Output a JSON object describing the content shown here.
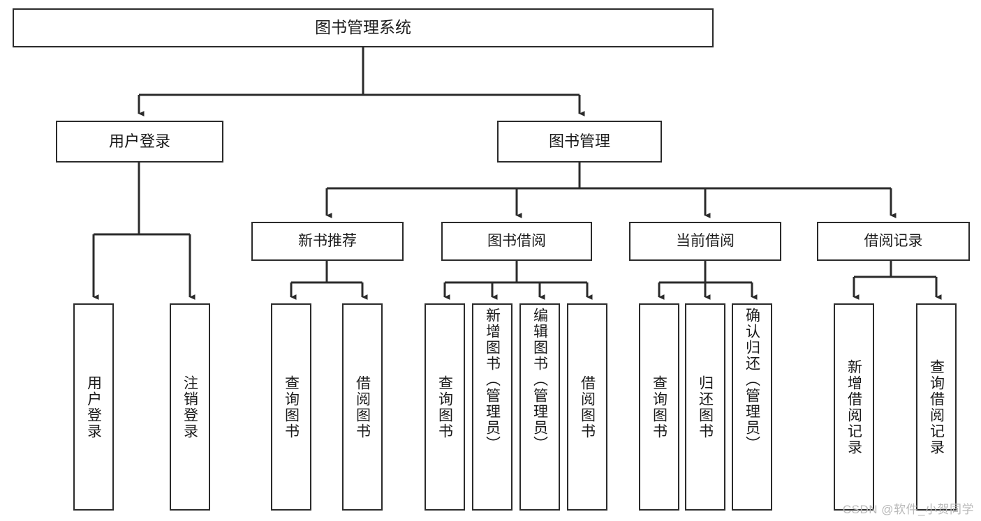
{
  "diagram": {
    "title": "图书管理系统",
    "type": "tree-structure-chart",
    "orientation": "top-down",
    "colors": {
      "box_border": "#2b2b2b",
      "box_fill": "#ffffff",
      "connector": "#2b2b2b",
      "text": "#1a1a1a",
      "watermark": "#b9b9b9"
    },
    "root": {
      "label": "图书管理系统",
      "id": "root"
    },
    "level1": [
      {
        "id": "user-login",
        "label": "用户登录"
      },
      {
        "id": "book-manage",
        "label": "图书管理"
      }
    ],
    "level2": [
      {
        "id": "new-book-recommend",
        "label": "新书推荐",
        "parent": "book-manage"
      },
      {
        "id": "book-borrow",
        "label": "图书借阅",
        "parent": "book-manage"
      },
      {
        "id": "current-borrow",
        "label": "当前借阅",
        "parent": "book-manage"
      },
      {
        "id": "borrow-record",
        "label": "借阅记录",
        "parent": "book-manage"
      }
    ],
    "leaves": {
      "user-login": [
        {
          "id": "leaf-user-login",
          "label": "用户登录"
        },
        {
          "id": "leaf-user-logout",
          "label": "注销登录"
        }
      ],
      "new-book-recommend": [
        {
          "id": "leaf-query-book-1",
          "label": "查询图书"
        },
        {
          "id": "leaf-borrow-book-1",
          "label": "借阅图书"
        }
      ],
      "book-borrow": [
        {
          "id": "leaf-query-book-2",
          "label": "查询图书"
        },
        {
          "id": "leaf-add-book",
          "label": "新增图书（管理员）"
        },
        {
          "id": "leaf-edit-book",
          "label": "编辑图书（管理员）"
        },
        {
          "id": "leaf-borrow-book-2",
          "label": "借阅图书"
        }
      ],
      "current-borrow": [
        {
          "id": "leaf-query-book-3",
          "label": "查询图书"
        },
        {
          "id": "leaf-return-book",
          "label": "归还图书"
        },
        {
          "id": "leaf-confirm-return",
          "label": "确认归还（管理员）"
        }
      ],
      "borrow-record": [
        {
          "id": "leaf-add-record",
          "label": "新增借阅记录"
        },
        {
          "id": "leaf-query-record",
          "label": "查询借阅记录"
        }
      ]
    }
  },
  "watermark": {
    "text": "CSDN @软件_小贺同学"
  }
}
